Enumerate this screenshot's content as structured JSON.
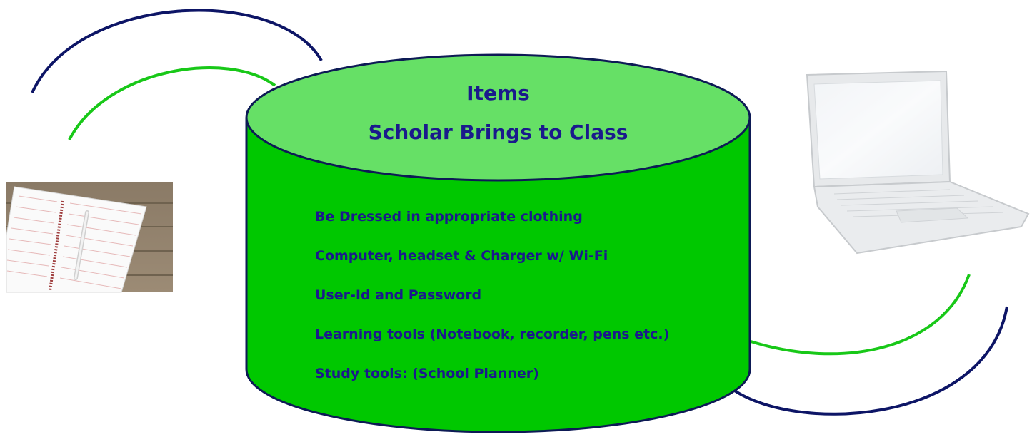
{
  "cylinder": {
    "title_line1": "Items",
    "title_line2": "Scholar Brings to  Class",
    "items": [
      "Be Dressed in appropriate clothing",
      "Computer, headset & Charger w/ Wi-Fi",
      "User-Id and Password",
      "Learning tools (Notebook, recorder, pens etc.)",
      "Study tools: (School Planner)"
    ]
  },
  "images": {
    "left": "notebook-with-pen",
    "right": "laptop"
  },
  "colors": {
    "cylinder_body": "#00c800",
    "cylinder_top": "#66e066",
    "outline": "#0d1a55",
    "text": "#1a1a8c",
    "navy_arc": "#0d1566",
    "green_arc": "#18c818"
  }
}
